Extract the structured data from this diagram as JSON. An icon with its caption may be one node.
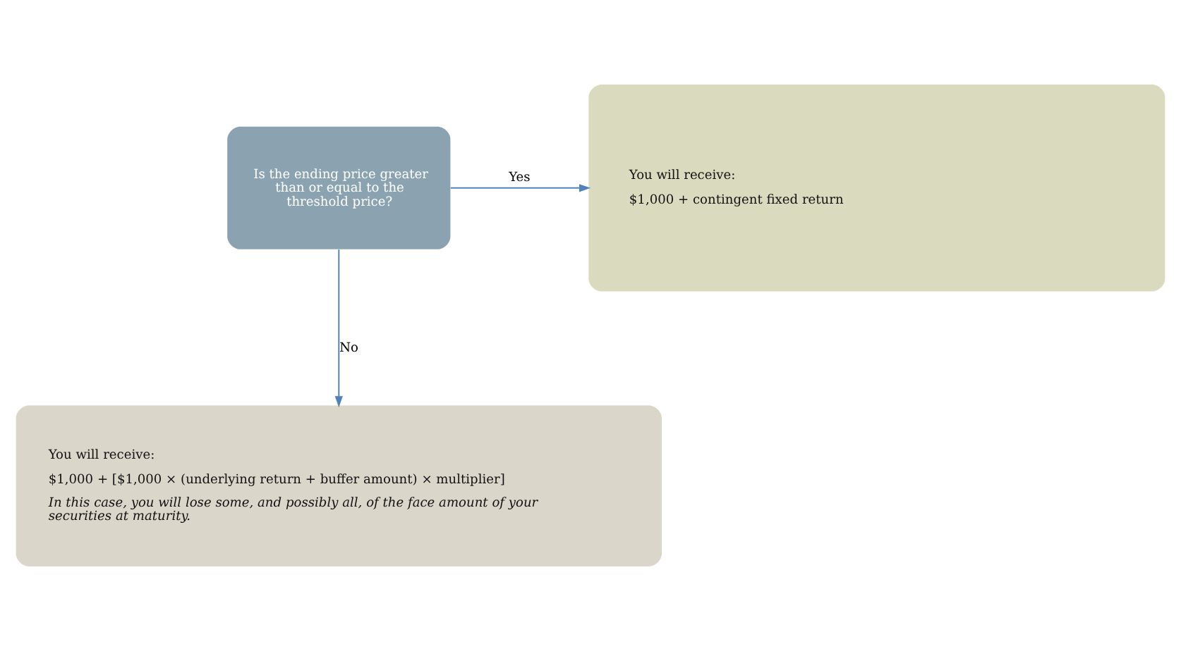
{
  "diagram": {
    "nodes": [
      {
        "text": [
          "Is the ending price greater than or equal to the threshold price?"
        ]
      },
      {
        "text": [
          "You will receive:",
          "$1,000 + contingent fixed return"
        ]
      },
      {
        "text": [
          "You will receive:",
          "$1,000 + [$1,000 × (underlying return + buffer amount) × multiplier]",
          "In this case, you will lose some, and possibly all, of the face amount of your securities at maturity."
        ]
      }
    ],
    "edges": [
      {
        "from": 0,
        "to": 1,
        "arrow": "to",
        "label": "Yes"
      },
      {
        "from": 0,
        "to": 2,
        "arrow": "to",
        "label": "No"
      }
    ]
  }
}
